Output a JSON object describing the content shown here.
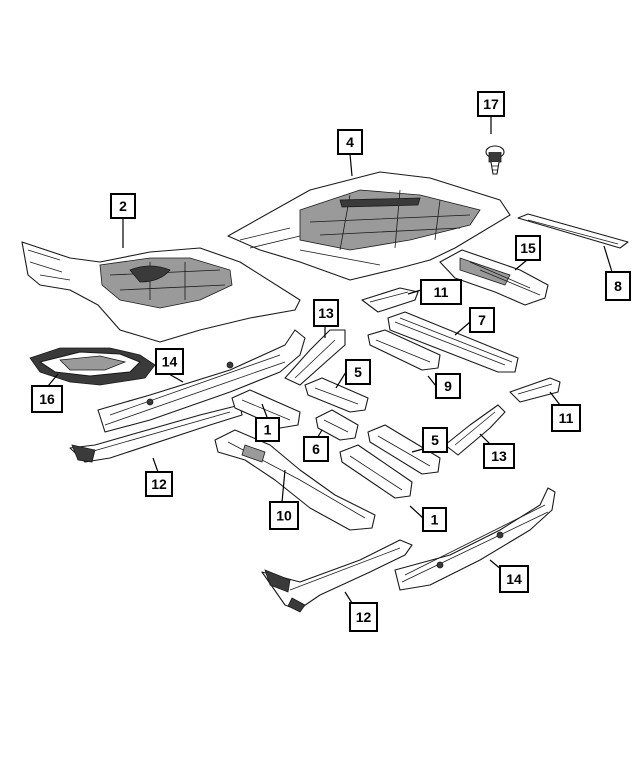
{
  "callouts": [
    {
      "id": "c1a",
      "label": "1"
    },
    {
      "id": "c1b",
      "label": "1"
    },
    {
      "id": "c2",
      "label": "2"
    },
    {
      "id": "c4",
      "label": "4"
    },
    {
      "id": "c5a",
      "label": "5"
    },
    {
      "id": "c5b",
      "label": "5"
    },
    {
      "id": "c6",
      "label": "6"
    },
    {
      "id": "c7",
      "label": "7"
    },
    {
      "id": "c8",
      "label": "8"
    },
    {
      "id": "c9",
      "label": "9"
    },
    {
      "id": "c10",
      "label": "10"
    },
    {
      "id": "c11a",
      "label": "11"
    },
    {
      "id": "c11b",
      "label": "11"
    },
    {
      "id": "c12a",
      "label": "12"
    },
    {
      "id": "c12b",
      "label": "12"
    },
    {
      "id": "c13a",
      "label": "13"
    },
    {
      "id": "c13b",
      "label": "13"
    },
    {
      "id": "c14a",
      "label": "14"
    },
    {
      "id": "c14b",
      "label": "14"
    },
    {
      "id": "c15",
      "label": "15"
    },
    {
      "id": "c16",
      "label": "16"
    },
    {
      "id": "c17",
      "label": "17"
    }
  ]
}
